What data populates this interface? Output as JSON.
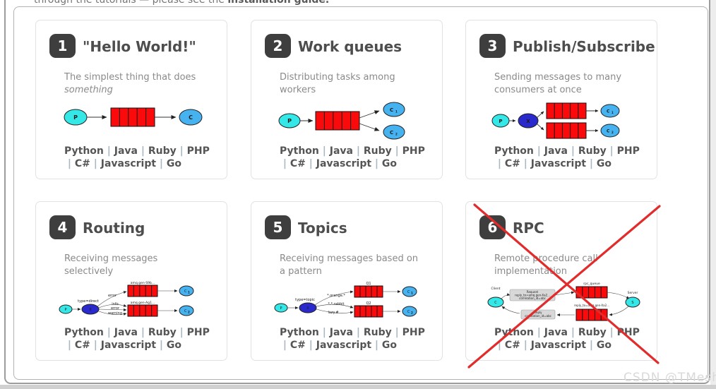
{
  "page": {
    "top_text_prefix": "through the tutorials — please see the ",
    "top_text_link": "installation guide.",
    "watermark": "CSDN @TMesh"
  },
  "colors": {
    "producer_fill": "#35e8e8",
    "consumer_fill": "#47b2f0",
    "exchange_fill": "#2a2acc",
    "queue_fill": "#fa0a0a",
    "cross": "#e22b2b",
    "badge_bg": "#3e3e3e",
    "title_text": "#4d4d4d",
    "desc_text": "#8a8a8a",
    "link_text": "#555555",
    "pipe": "#a9b7c2",
    "card_border": "#e2e2e2"
  },
  "languages": [
    "Python",
    "Java",
    "Ruby",
    "PHP",
    "C#",
    "Javascript",
    "Go"
  ],
  "cards": [
    {
      "number": "1",
      "title": "\"Hello World!\"",
      "desc": "The simplest thing that does ",
      "desc_italic": "something"
    },
    {
      "number": "2",
      "title": "Work queues",
      "desc": "Distributing tasks among workers",
      "desc_italic": ""
    },
    {
      "number": "3",
      "title": "Publish/Subscribe",
      "desc": "Sending messages to many consumers at once",
      "desc_italic": ""
    },
    {
      "number": "4",
      "title": "Routing",
      "desc": "Receiving messages selectively",
      "desc_italic": ""
    },
    {
      "number": "5",
      "title": "Topics",
      "desc": "Receiving messages based on a pattern",
      "desc_italic": ""
    },
    {
      "number": "6",
      "title": "RPC",
      "desc": "Remote procedure call implementation",
      "desc_italic": ""
    }
  ],
  "nodes": {
    "producer": "P",
    "consumer": "C",
    "exchange": "X",
    "server": "S",
    "sub1": "1",
    "sub2": "2"
  },
  "d4": {
    "type_label": "type=direct",
    "edge_top": "error",
    "edge_mid1": "info",
    "edge_mid2": "error",
    "edge_mid3": "warning",
    "queue_top": "amq.gen-S9b...",
    "queue_bottom": "amq.gen-Ag1..."
  },
  "d5": {
    "type_label": "type=topic",
    "edge_top": "*.orange.*",
    "edge_mid": "*.*.rabbit",
    "edge_bottom": "lazy.#",
    "queue_top": "Q1",
    "queue_bottom": "Q2"
  },
  "d6": {
    "client_caption": "Client",
    "client_node": "C",
    "request_title": "Request",
    "request_line2": "reply_to=amq.gen-Xa2...",
    "request_line3": "correlation_id=abc",
    "rpc_queue_caption": "rpc_queue",
    "server_caption": "Server",
    "server_node": "S",
    "reply_queue_caption": "reply_to=amq.gen-Xa2...",
    "reply_title": "Reply",
    "reply_line2": "correlation_id=abc"
  }
}
